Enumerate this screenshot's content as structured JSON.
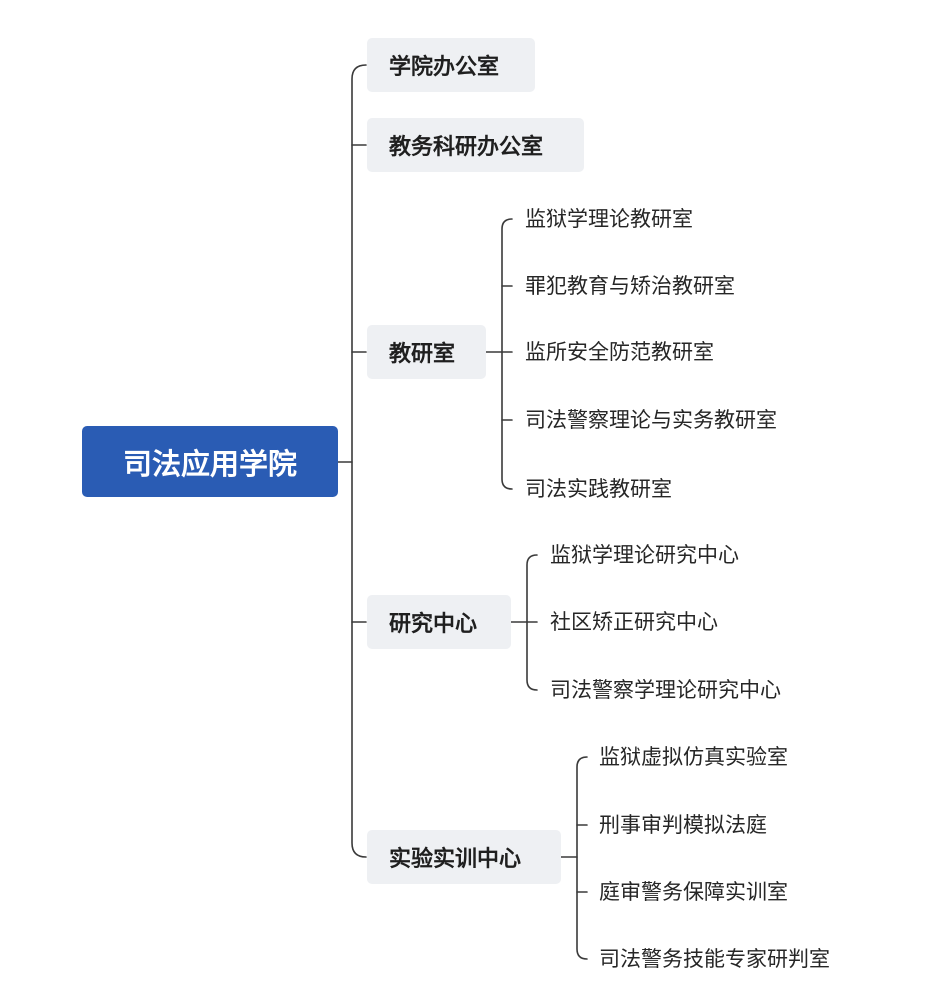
{
  "mindmap": {
    "root": "司法应用学院",
    "branches": [
      {
        "label": "学院办公室",
        "children": []
      },
      {
        "label": "教务科研办公室",
        "children": []
      },
      {
        "label": "教研室",
        "children": [
          "监狱学理论教研室",
          "罪犯教育与矫治教研室",
          "监所安全防范教研室",
          "司法警察理论与实务教研室",
          "司法实践教研室"
        ]
      },
      {
        "label": "研究中心",
        "children": [
          "监狱学理论研究中心",
          "社区矫正研究中心",
          "司法警察学理论研究中心"
        ]
      },
      {
        "label": "实验实训中心",
        "children": [
          "监狱虚拟仿真实验室",
          "刑事审判模拟法庭",
          "庭审警务保障实训室",
          "司法警务技能专家研判室"
        ]
      }
    ],
    "colors": {
      "root_fill": "#2a5cb4",
      "branch_fill": "#eef0f3",
      "line": "#3a3a3a"
    }
  }
}
